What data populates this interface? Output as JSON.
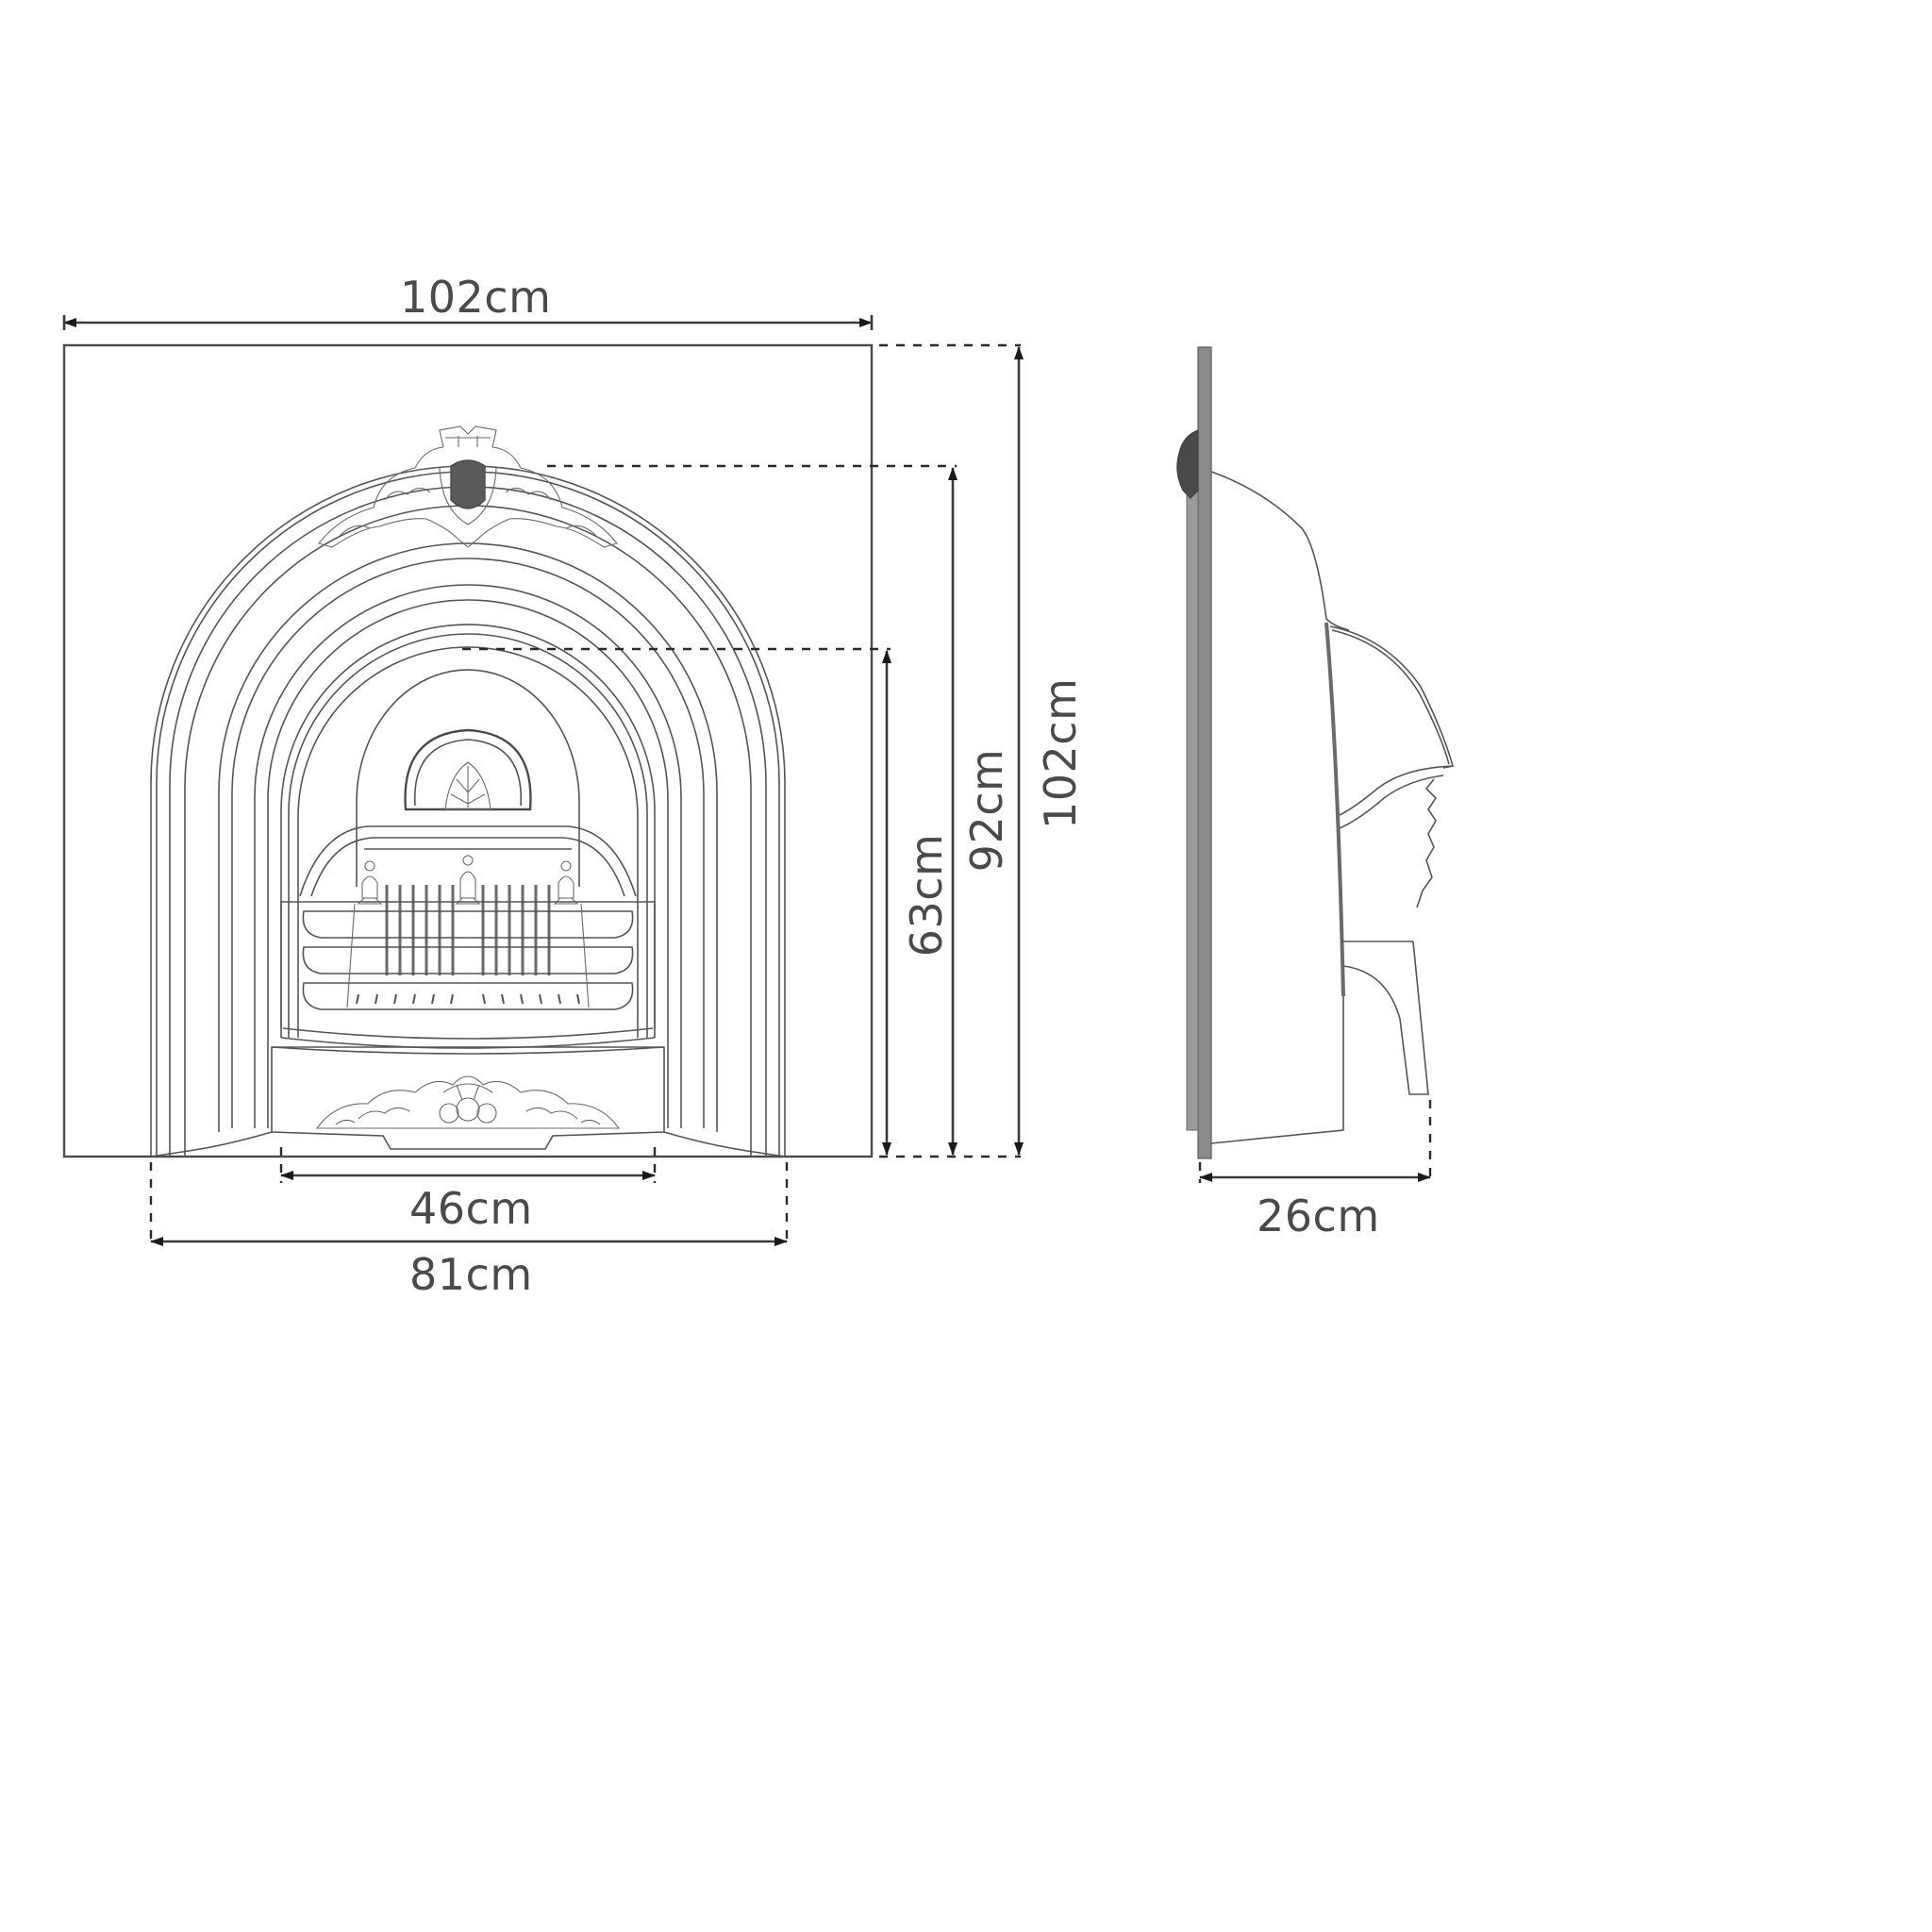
{
  "diagram": {
    "type": "technical dimension drawing",
    "subject": "arched cast iron fireplace insert",
    "views": [
      "front-elevation",
      "side-profile"
    ],
    "colors": {
      "line": "#4a4a4a",
      "dimension_line": "#3a3a3a",
      "arrow": "#1a1a1a",
      "label": "#4a4a4a",
      "background": "#ffffff"
    }
  },
  "dimensions": {
    "overall_width": {
      "label": "102cm",
      "value": 102,
      "unit": "cm"
    },
    "overall_height": {
      "label": "102cm",
      "value": 102,
      "unit": "cm"
    },
    "arch_height": {
      "label": "92cm",
      "value": 92,
      "unit": "cm"
    },
    "opening_height": {
      "label": "63cm",
      "value": 63,
      "unit": "cm"
    },
    "opening_width": {
      "label": "46cm",
      "value": 46,
      "unit": "cm"
    },
    "arch_outer_width": {
      "label": "81cm",
      "value": 81,
      "unit": "cm"
    },
    "depth": {
      "label": "26cm",
      "value": 26,
      "unit": "cm"
    }
  }
}
